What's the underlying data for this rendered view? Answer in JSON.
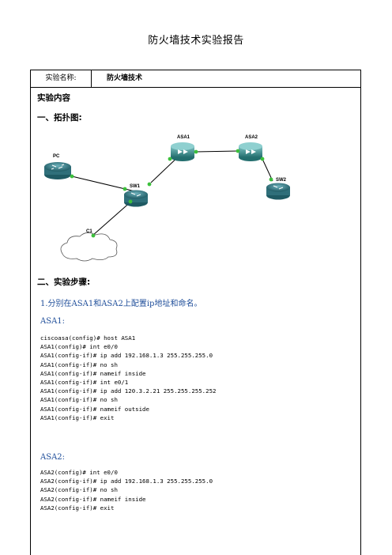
{
  "document": {
    "title": "防火墙技术实验报告"
  },
  "table": {
    "label": "实验名称:",
    "value": "防火墙技术"
  },
  "sections": {
    "content": "实验内容",
    "topology": "一、拓扑图:",
    "steps": "二、实验步骤:"
  },
  "topology": {
    "nodes": {
      "pc": "PC",
      "sw1": "SW1",
      "asa1": "ASA1",
      "asa2": "ASA2",
      "sw2": "SW2",
      "c1": "C1"
    }
  },
  "steps": {
    "step1": "1.分别在ASA1和ASA2上配置ip地址和命名。",
    "asa1_label": "ASA1:",
    "asa1_lines": [
      "ciscoasa(config)# host ASA1",
      "ASA1(config)# int e0/0",
      "ASA1(config-if)# ip add 192.168.1.3 255.255.255.0",
      "ASA1(config-if)# no sh",
      "ASA1(config-if)# nameif inside",
      "ASA1(config-if)# int e0/1",
      "ASA1(config-if)# ip add 120.3.2.21 255.255.255.252",
      "ASA1(config-if)# no sh",
      "ASA1(config-if)# nameif outside",
      "ASA1(config-if)# exit"
    ],
    "asa2_label": "ASA2:",
    "asa2_lines": [
      "ASA2(config)# int e0/0",
      "ASA2(config-if)# ip add 192.168.1.3 255.255.255.0",
      "ASA2(config-if)# no sh",
      "ASA2(config-if)# nameif inside",
      "ASA2(config-if)# exit"
    ]
  },
  "colors": {
    "link": "#000000",
    "port": "#3cc03c",
    "router": "#2f6f7a",
    "asa": "#2f8a8a",
    "step_text": "#1f4e9a"
  }
}
